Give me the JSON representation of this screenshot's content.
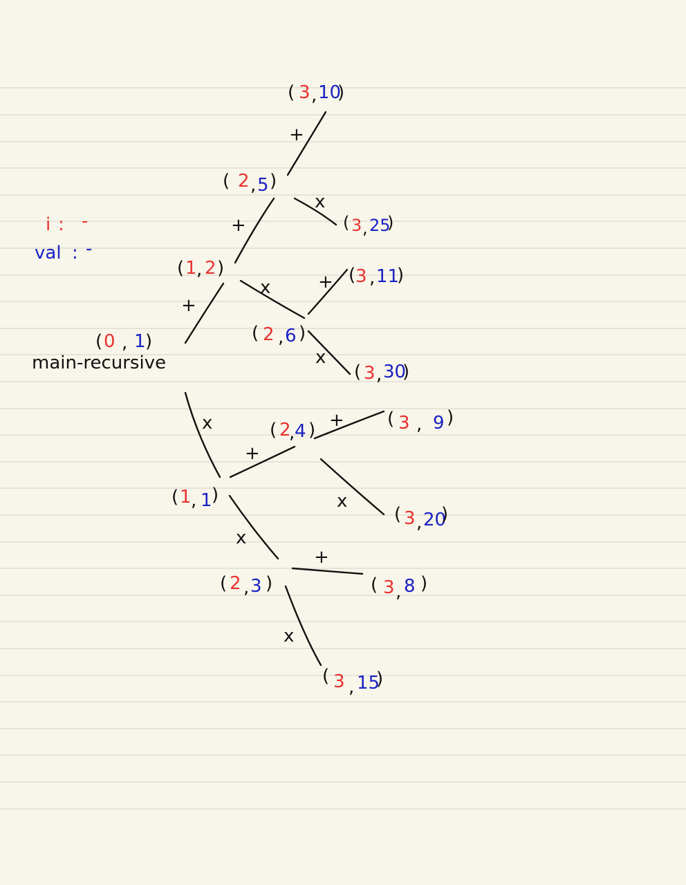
{
  "colors": {
    "paper": "#f8f5ea",
    "ruling": "#dcdad0",
    "ink": "#111111",
    "i_color": "#e8322f",
    "val_color": "#1a22c4"
  },
  "legend": {
    "i_label": "i",
    "i_value": "-",
    "val_label": "val",
    "val_value": "-"
  },
  "root_caption": "main-recursive",
  "nodes": {
    "n0_1": {
      "i": "0",
      "val": "1"
    },
    "n1_2": {
      "i": "1",
      "val": "2"
    },
    "n1_1": {
      "i": "1",
      "val": "1"
    },
    "n2_5": {
      "i": "2",
      "val": "5"
    },
    "n2_6": {
      "i": "2",
      "val": "6"
    },
    "n2_4": {
      "i": "2",
      "val": "4"
    },
    "n2_3": {
      "i": "2",
      "val": "3"
    },
    "n3_10": {
      "i": "3",
      "val": "10"
    },
    "n3_25": {
      "i": "3",
      "val": "25"
    },
    "n3_11": {
      "i": "3",
      "val": "11"
    },
    "n3_30": {
      "i": "3",
      "val": "30"
    },
    "n3_9": {
      "i": "3",
      "val": "9"
    },
    "n3_20": {
      "i": "3",
      "val": "20"
    },
    "n3_8": {
      "i": "3",
      "val": "8"
    },
    "n3_15": {
      "i": "3",
      "val": "15"
    }
  },
  "ops": {
    "plus": "+",
    "times": "x"
  }
}
